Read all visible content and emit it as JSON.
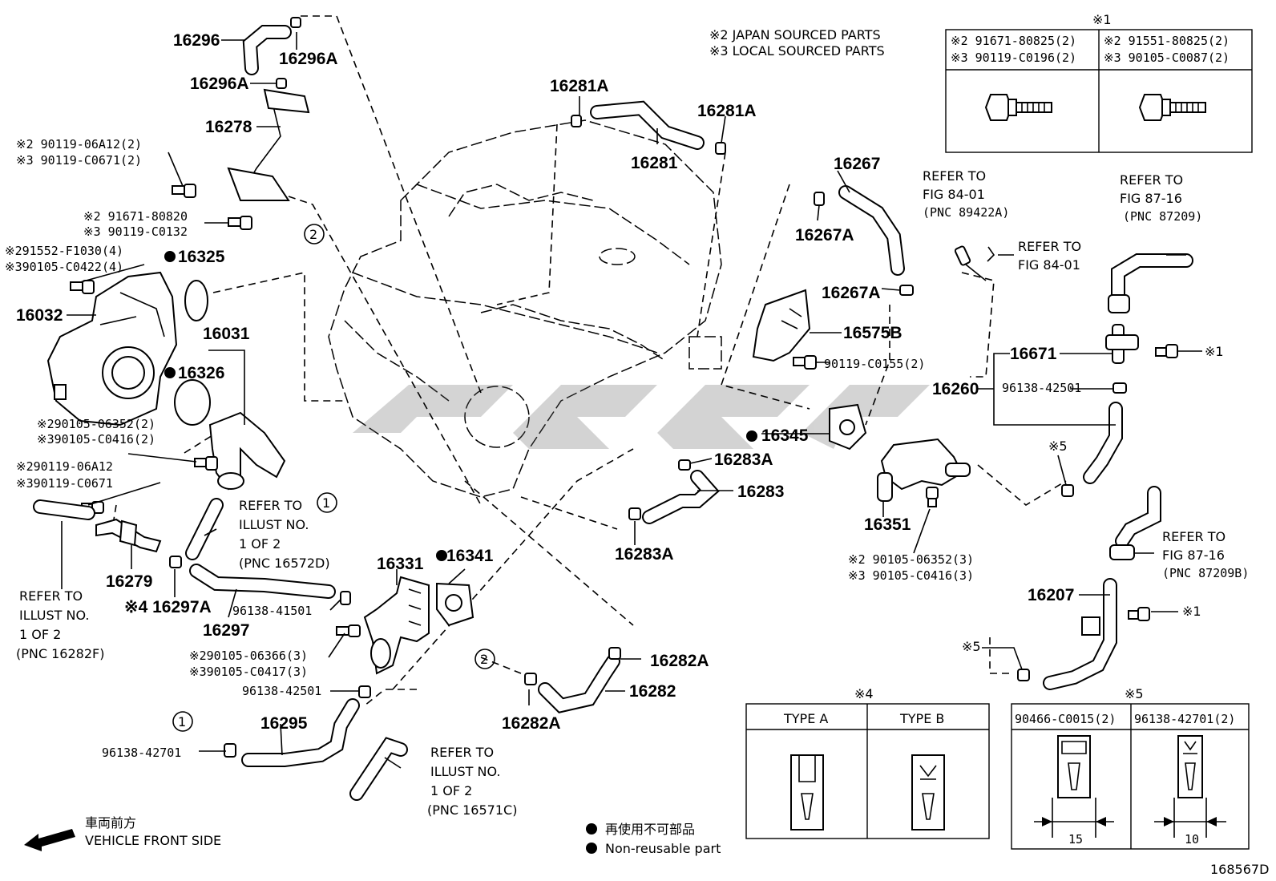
{
  "diagram_id": "168567D",
  "legend": {
    "jp": "※2  JAPAN SOURCED PARTS",
    "local": "※3  LOCAL SOURCED PARTS"
  },
  "vehicle_front": {
    "jp": "車両前方",
    "en": "VEHICLE FRONT SIDE"
  },
  "non_reusable": {
    "jp": "再使用不可部品",
    "en": "Non-reusable part"
  },
  "table1": {
    "marker": "※1",
    "cells": [
      [
        "※2 91671-80825(2)",
        "※3 90119-C0196(2)"
      ],
      [
        "※2 91551-80825(2)",
        "※3 90105-C0087(2)"
      ]
    ]
  },
  "table4": {
    "marker": "※4",
    "type_a": "TYPE A",
    "type_b": "TYPE B"
  },
  "table5": {
    "marker": "※5",
    "col1": "90466-C0015(2)",
    "col2": "96138-42701(2)",
    "dim1": "15",
    "dim2": "10"
  },
  "labels": {
    "p16296": "16296",
    "p16296A_1": "16296A",
    "p16296A_2": "16296A",
    "p16278": "16278",
    "b1_a": "※2 90119-06A12(2)",
    "b1_b": "※3 90119-C0671(2)",
    "b2_a": "※2 91671-80820",
    "b2_b": "※3 90119-C0132",
    "b3_a": "※291552-F1030(4)",
    "b3_b": "※390105-C0422(4)",
    "p16325": "16325",
    "p16032": "16032",
    "p16031": "16031",
    "p16326": "16326",
    "b4_a": "※290105-06352(2)",
    "b4_b": "※390105-C0416(2)",
    "b5_a": "※290119-06A12",
    "b5_b": "※390119-C0671",
    "ref1_a": "REFER TO",
    "ref1_b": "ILLUST NO.",
    "ref1_c": "1 OF 2",
    "ref1_d": "(PNC 16572D)",
    "ref2_a": "REFER TO",
    "ref2_b": "ILLUST NO.",
    "ref2_c": "1 OF 2",
    "ref2_d": "(PNC 16282F)",
    "p16279": "16279",
    "p16297A": "※4 16297A",
    "p16297": "16297",
    "c1": "96138-41501",
    "p16331": "16331",
    "p16341": "16341",
    "b6_a": "※290105-06366(3)",
    "b6_b": "※390105-C0417(3)",
    "c2": "96138-42501",
    "p16295": "16295",
    "c3": "96138-42701",
    "ref3_a": "REFER TO",
    "ref3_b": "ILLUST NO.",
    "ref3_c": "1 OF 2",
    "ref3_d": "(PNC 16571C)",
    "p16281A_1": "16281A",
    "p16281A_2": "16281A",
    "p16281": "16281",
    "p16267": "16267",
    "p16267A_1": "16267A",
    "p16267A_2": "16267A",
    "p16575B": "16575B",
    "b7": "90119-C0155(2)",
    "p16345": "16345",
    "p16283A_1": "16283A",
    "p16283": "16283",
    "p16283A_2": "16283A",
    "p16351": "16351",
    "b8_a": "※2 90105-06352(3)",
    "b8_b": "※3 90105-C0416(3)",
    "p16282A_1": "16282A",
    "p16282": "16282",
    "p16282A_2": "16282A",
    "ref4_a": "REFER TO",
    "ref4_b": "FIG 84-01",
    "ref4_c": "(PNC 89422A)",
    "ref5_a": "REFER TO",
    "ref5_b": "FIG 84-01",
    "ref6_a": "REFER TO",
    "ref6_b": "FIG 87-16",
    "ref6_c": "(PNC 87209)",
    "p16671": "16671",
    "m1a": "※1",
    "p16260": "16260",
    "c4": "96138-42501",
    "m5a": "※5",
    "ref7_a": "REFER TO",
    "ref7_b": "FIG 87-16",
    "ref7_c": "(PNC 87209B)",
    "p16207": "16207",
    "m1b": "※1",
    "m5b": "※5",
    "circ1": "1",
    "circ2": "2"
  }
}
